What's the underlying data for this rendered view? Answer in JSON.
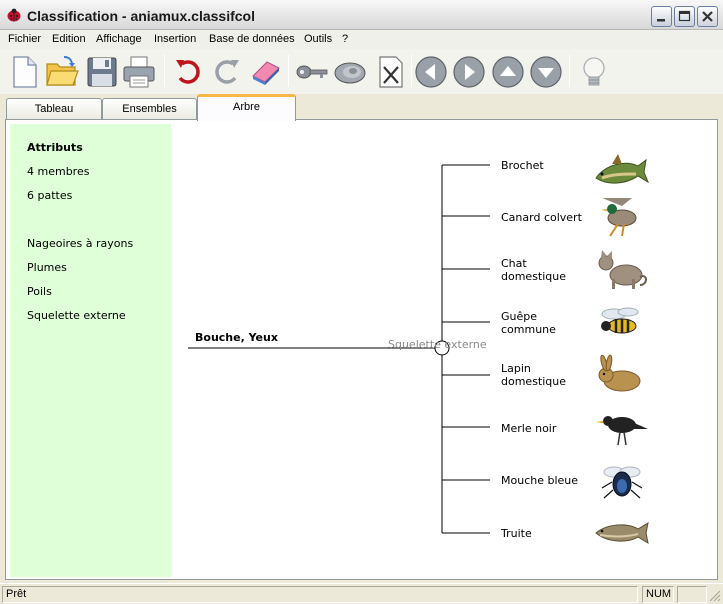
{
  "window": {
    "title": "Classification - aniamux.classifcol"
  },
  "menu": {
    "items": [
      "Fichier",
      "Edition",
      "Affichage",
      "Insertion",
      "Base de données",
      "Outils",
      "?"
    ]
  },
  "toolbar": {
    "buttons": [
      "new-file-icon",
      "open-folder-icon",
      "save-disk-icon",
      "print-icon",
      "undo-icon",
      "redo-icon",
      "eraser-icon",
      "key-icon",
      "shell-icon",
      "delete-x-icon",
      "arrow-left-icon",
      "arrow-right-icon",
      "arrow-up-icon",
      "arrow-down-icon",
      "lightbulb-icon"
    ]
  },
  "tabs": {
    "items": [
      "Tableau",
      "Ensembles",
      "Arbre"
    ],
    "active": "Arbre"
  },
  "attributes": {
    "title": "Attributs",
    "items": [
      "4 membres",
      "6 pattes",
      "Nageoires à rayons",
      "Plumes",
      "Poils",
      "Squelette externe"
    ]
  },
  "tree": {
    "root_label": "Bouche, Yeux",
    "branch_label": "Squelette externe",
    "leaves": [
      {
        "line1": "Brochet",
        "line2": "",
        "image": "pike-fish-image"
      },
      {
        "line1": "Canard colvert",
        "line2": "",
        "image": "mallard-duck-image"
      },
      {
        "line1": "Chat",
        "line2": "domestique",
        "image": "cat-image"
      },
      {
        "line1": "Guêpe",
        "line2": "commune",
        "image": "wasp-image"
      },
      {
        "line1": "Lapin",
        "line2": "domestique",
        "image": "rabbit-image"
      },
      {
        "line1": "Merle noir",
        "line2": "",
        "image": "blackbird-image"
      },
      {
        "line1": "Mouche bleue",
        "line2": "",
        "image": "blue-fly-image"
      },
      {
        "line1": "Truite",
        "line2": "",
        "image": "trout-image"
      }
    ]
  },
  "status": {
    "text": "Prêt",
    "num": "NUM"
  },
  "colors": {
    "attr_panel_bg": "#dfffd8",
    "active_tab_accent": "#f7b64a"
  }
}
